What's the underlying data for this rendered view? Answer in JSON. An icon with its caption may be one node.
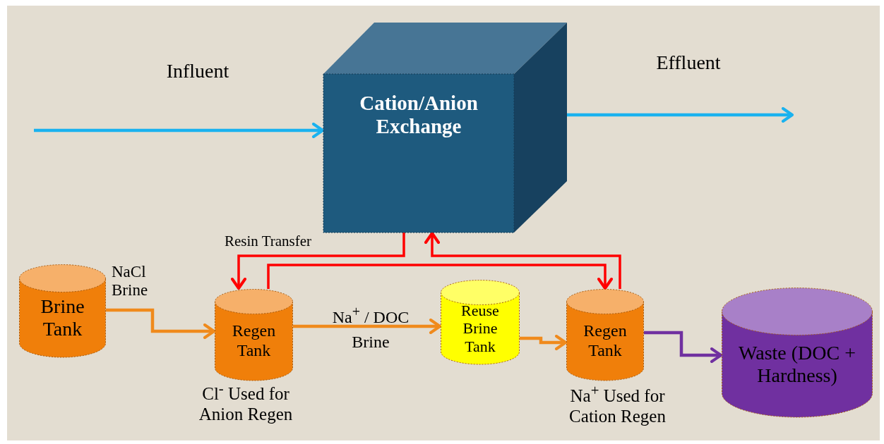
{
  "diagram": {
    "nodes": [
      {
        "text": [
          "Cation/Anion Exchange"
        ]
      },
      {
        "text": [
          "Brine Tank"
        ]
      },
      {
        "text": [
          "Regen Tank"
        ],
        "beside": [
          "Cl$^{-}$  Used for Anion Regen"
        ]
      },
      {
        "text": [
          "Reuse Brine Tank"
        ]
      },
      {
        "text": [
          "Regen Tank"
        ],
        "beside": [
          "Na$^{+}$  Used for Cation Regen"
        ]
      },
      {
        "text": [
          "Waste (DOC + Hardness)"
        ]
      }
    ],
    "edges": [
      {
        "from": null,
        "to": 0,
        "arrow": "to",
        "label": "Influent",
        "color": "#1ab2ef"
      },
      {
        "from": 0,
        "to": null,
        "arrow": "to",
        "label": "Effluent",
        "color": "#1ab2ef"
      },
      {
        "from": 1,
        "to": 2,
        "arrow": "to",
        "label": "NaCl Brine",
        "color": "#f08a1c"
      },
      {
        "from": 2,
        "to": 3,
        "arrow": "to",
        "label": "Na$^{+}$ / DOC Brine",
        "color": "#f08a1c"
      },
      {
        "from": 3,
        "to": 4,
        "arrow": "to",
        "color": "#f08a1c"
      },
      {
        "from": 4,
        "to": 5,
        "arrow": "to",
        "color": "#7030a0"
      },
      {
        "from": 0,
        "to": 2,
        "arrow": "to",
        "label": "Resin Transfer",
        "color": "#ff0000"
      },
      {
        "from": 2,
        "to": 4,
        "arrow": "to",
        "color": "#ff0000"
      },
      {
        "from": 4,
        "to": 0,
        "arrow": "to",
        "color": "#ff0000"
      }
    ]
  }
}
